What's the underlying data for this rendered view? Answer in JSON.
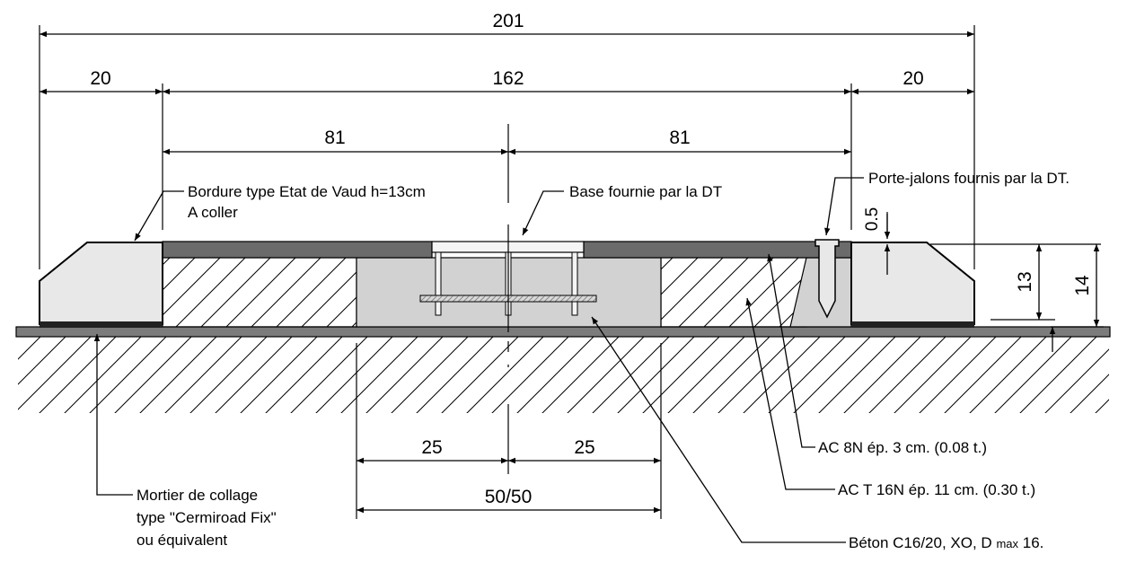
{
  "dimensions": {
    "total": "201",
    "left_border": "20",
    "center": "162",
    "right_border": "20",
    "half_left": "81",
    "half_right": "81",
    "base_left": "25",
    "base_right": "25",
    "base_total": "50/50",
    "height_border": "13",
    "height_total": "14",
    "offset": "0.5"
  },
  "labels": {
    "bordure_line1": "Bordure type Etat de Vaud h=13cm",
    "bordure_line2": "A coller",
    "base": "Base fournie par la DT",
    "porte_jalons": "Porte-jalons fournis par la DT.",
    "ac8n": "AC 8N ép. 3 cm. (0.08 t.)",
    "act16n": "AC T 16N ép. 11 cm. (0.30 t.)",
    "beton_main": "Béton C16/20, XO, D",
    "beton_sub": "max",
    "beton_end": "16.",
    "mortier_line1": "Mortier de collage",
    "mortier_line2": "type \"Cermiroad Fix\"",
    "mortier_line3": "ou équivalent"
  },
  "colors": {
    "border_fill": "#e8e8e8",
    "concrete_fill": "#d2d2d2",
    "wearing_course": "#6b6b6b",
    "ground_layer": "#7c7c7c",
    "mesh": "#b5b5b5"
  }
}
